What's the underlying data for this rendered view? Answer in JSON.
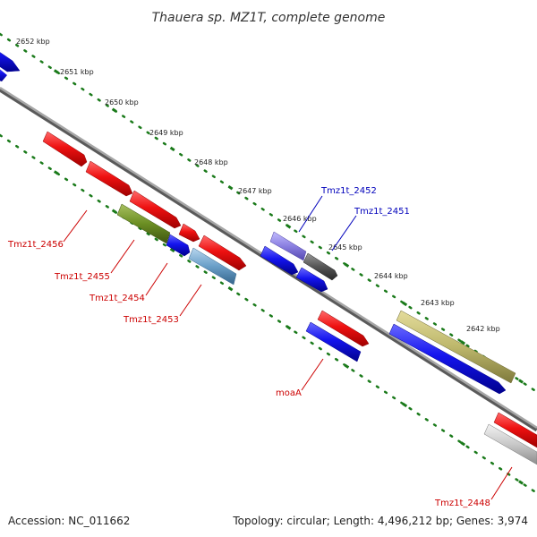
{
  "title": "Thauera sp. MZ1T, complete genome",
  "footer": {
    "accession": "Accession: NC_011662",
    "topology": "Topology: circular; Length: 4,496,212 bp; Genes: 3,974"
  },
  "kbp_labels": [
    "2652 kbp",
    "2651 kbp",
    "2650 kbp",
    "2649 kbp",
    "2648 kbp",
    "2647 kbp",
    "2646 kbp",
    "2645 kbp",
    "2644 kbp",
    "2643 kbp",
    "2642 kbp"
  ],
  "gene_labels_red": [
    "Tmz1t_2456",
    "Tmz1t_2455",
    "Tmz1t_2454",
    "Tmz1t_2453",
    "moaA",
    "Tmz1t_2448"
  ],
  "gene_labels_blue": [
    "Tmz1t_2452",
    "Tmz1t_2451"
  ],
  "colors": {
    "red": "#ee1111",
    "blue": "#1414ee",
    "label_red": "#cc0000",
    "label_blue": "#0000bb",
    "backbone": "#808080",
    "ruler": "#1a7a1a",
    "olive": "#6b8e23",
    "khaki": "#bdb76b",
    "steel": "#6a9fc8",
    "darkgray": "#555555",
    "lightgray": "#c8c8c8",
    "purple": "#8a7fe0"
  }
}
